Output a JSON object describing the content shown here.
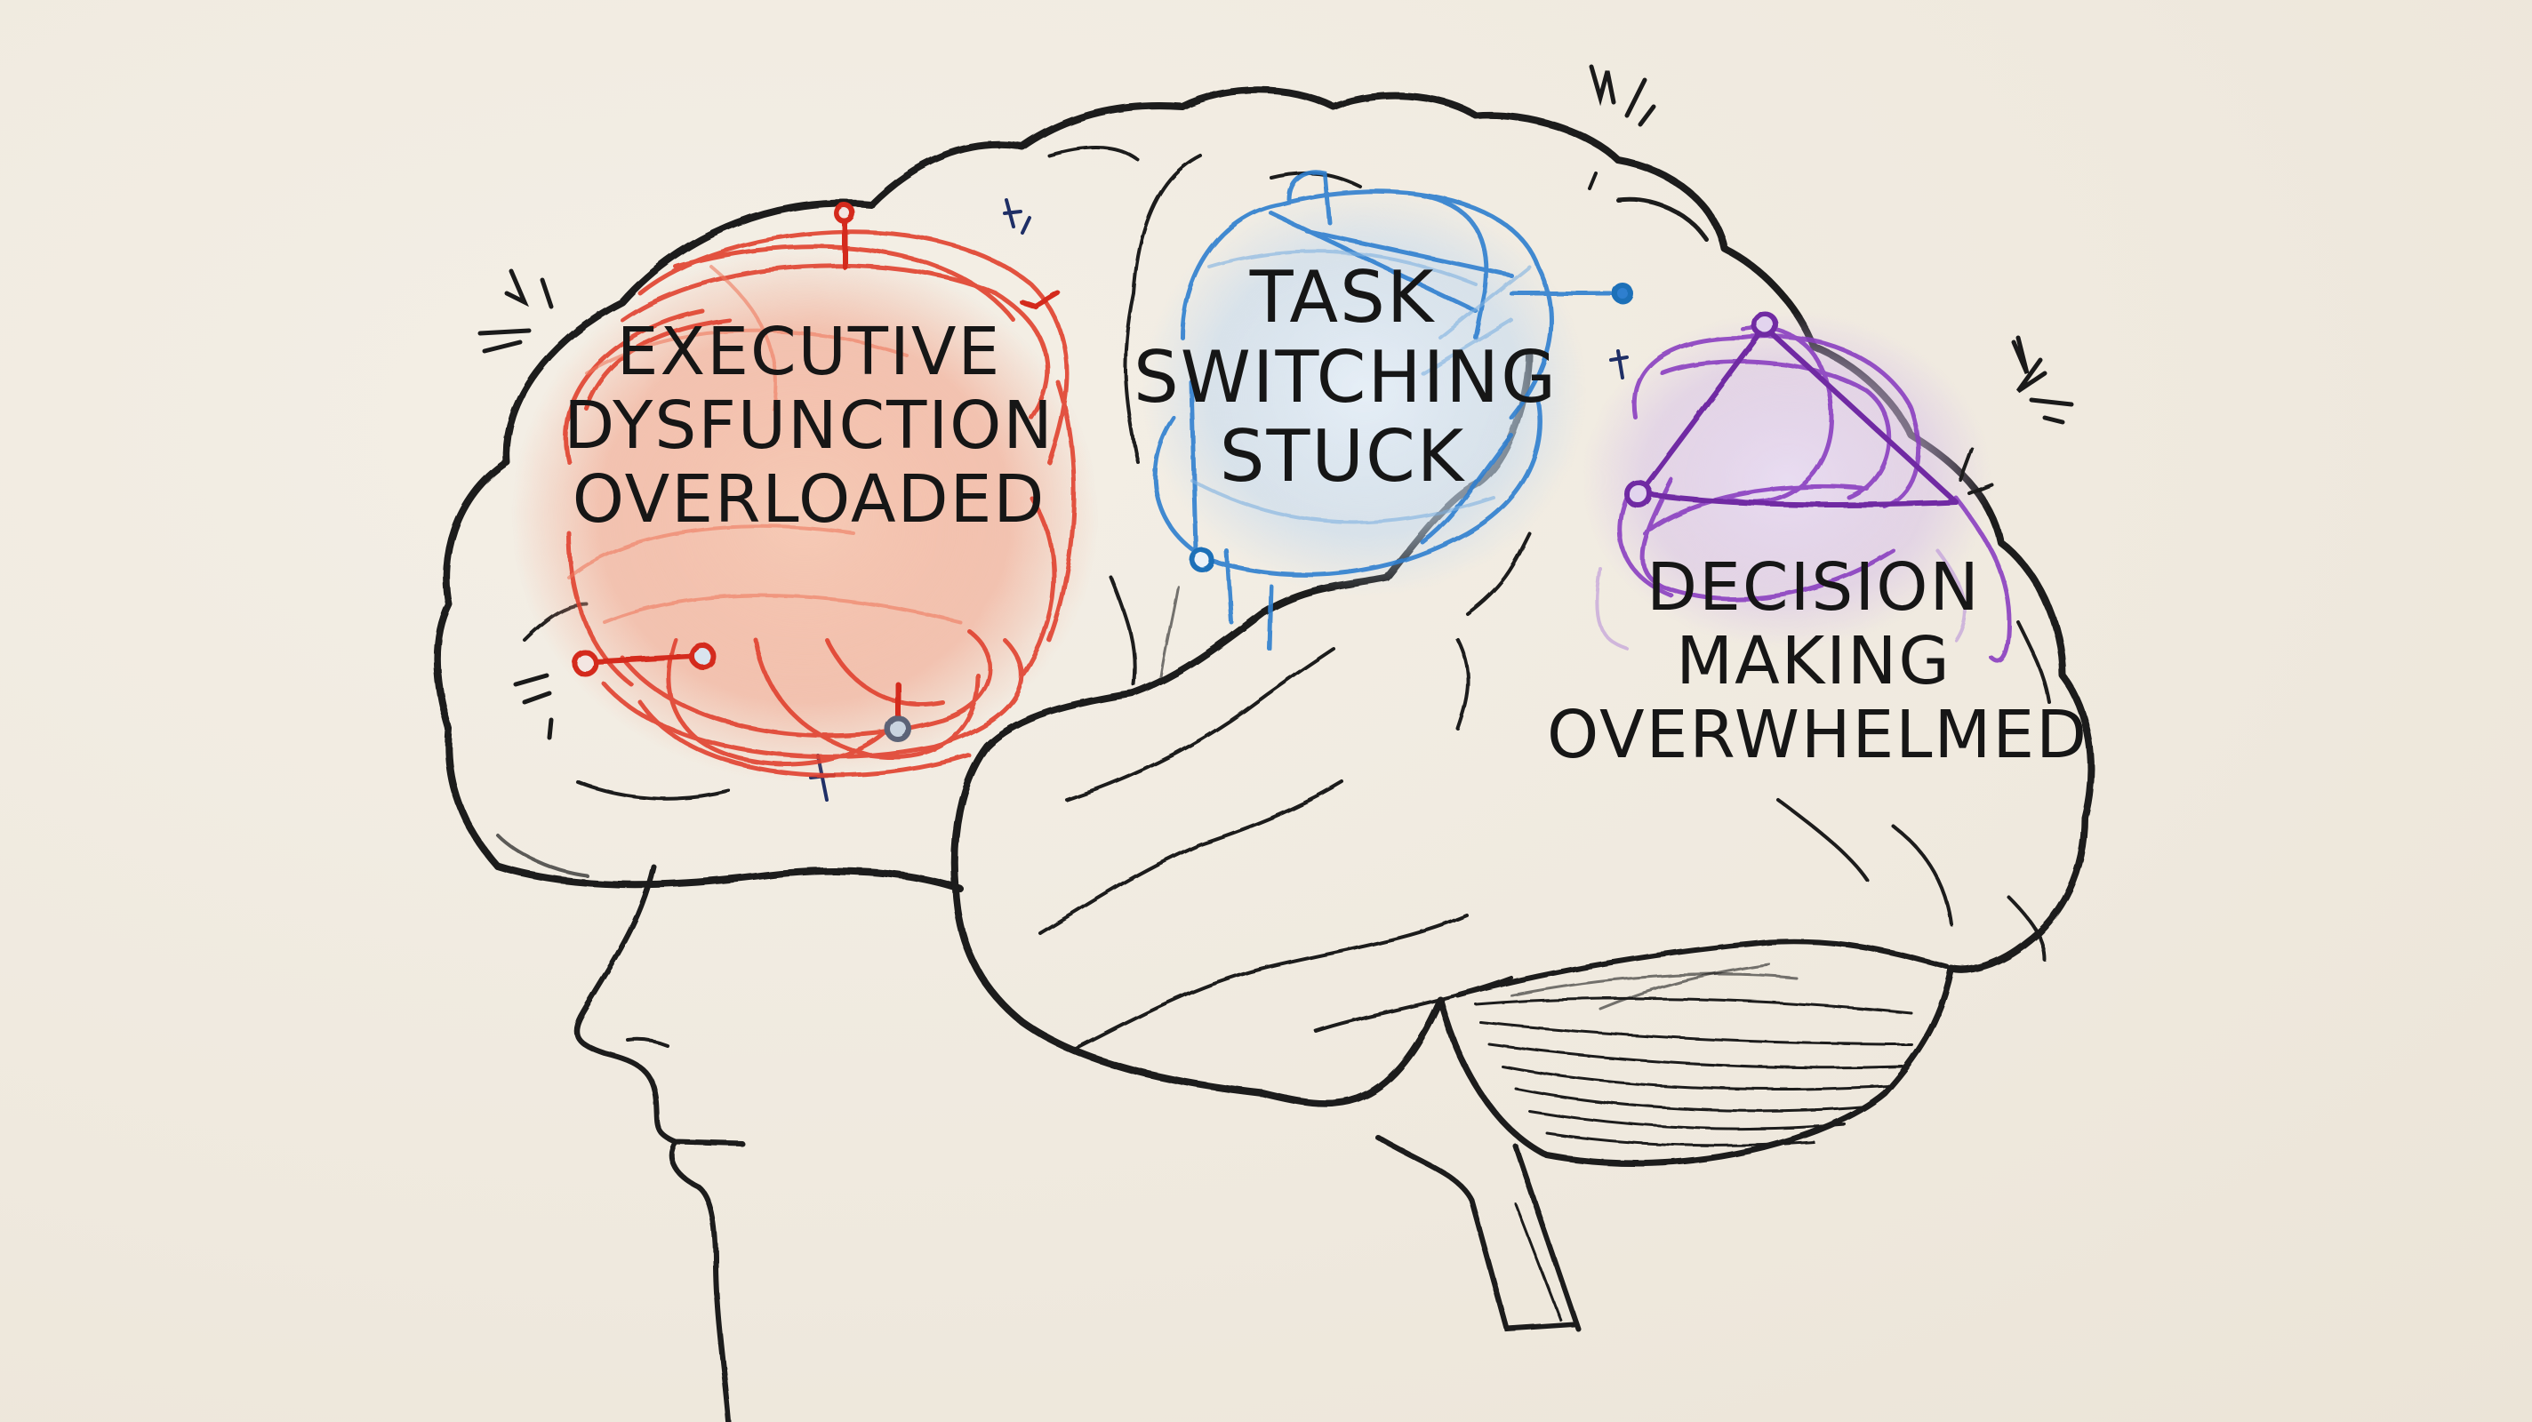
{
  "illustration": {
    "subject": "Hand-drawn side profile of a human head with brain regions",
    "background_color": "#f1ece2",
    "outline_color": "#1a1a1a",
    "regions": [
      {
        "id": "executive",
        "lines": [
          "Executive",
          "Dysfunction",
          "Overloaded"
        ],
        "color": "#e0412f",
        "fill": "#f3b9a4",
        "location": "frontal lobe"
      },
      {
        "id": "task",
        "lines": [
          "Task",
          "Switching",
          "Stuck"
        ],
        "color": "#2f7fcf",
        "fill": "#cfe0f1",
        "location": "parietal / top"
      },
      {
        "id": "decision",
        "lines": [
          "Decision",
          "Making",
          "Overwhelmed"
        ],
        "color": "#8a3fc0",
        "fill": "#dcc7ec",
        "location": "occipital / rear"
      }
    ],
    "other_parts": [
      "cerebellum",
      "brainstem",
      "face profile"
    ]
  }
}
